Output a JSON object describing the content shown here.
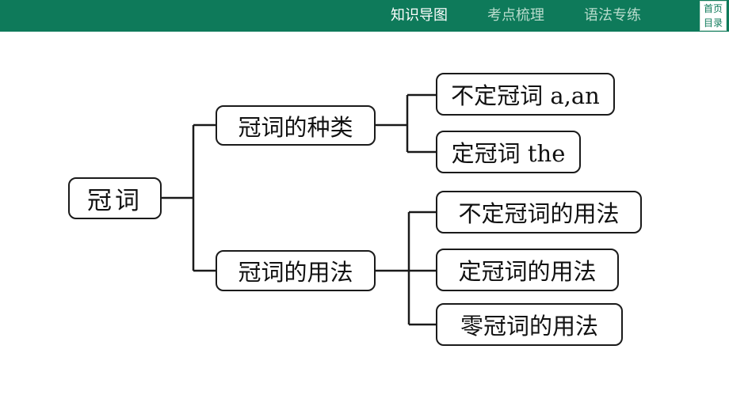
{
  "nav": {
    "tabs": [
      {
        "label": "知识导图",
        "active": true
      },
      {
        "label": "考点梳理",
        "active": false
      },
      {
        "label": "语法专练",
        "active": false
      }
    ],
    "side_links": [
      "首页",
      "目录"
    ]
  },
  "diagram": {
    "root": "冠词",
    "branches": [
      {
        "label": "冠词的种类",
        "children": [
          "不定冠词 a,an",
          "定冠词 the"
        ]
      },
      {
        "label": "冠词的用法",
        "children": [
          "不定冠词的用法",
          "定冠词的用法",
          "零冠词的用法"
        ]
      }
    ]
  },
  "colors": {
    "header": "#0e7a5a",
    "line": "#1a1a1a",
    "background": "#ffffff"
  }
}
